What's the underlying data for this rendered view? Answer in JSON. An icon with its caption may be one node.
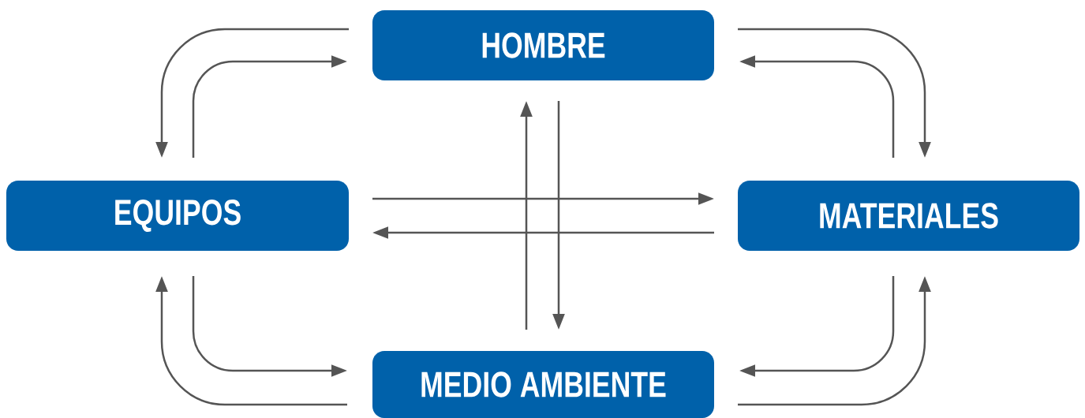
{
  "diagram": {
    "nodes": [
      {
        "text": [
          "HOMBRE"
        ]
      },
      {
        "text": [
          "EQUIPOS"
        ]
      },
      {
        "text": [
          "MATERIALES"
        ]
      },
      {
        "text": [
          "MEDIO AMBIENTE"
        ]
      }
    ],
    "edges": [
      {
        "from": 0,
        "to": 1,
        "arrow": "to"
      },
      {
        "from": 1,
        "to": 0,
        "arrow": "to"
      },
      {
        "from": 0,
        "to": 2,
        "arrow": "to"
      },
      {
        "from": 2,
        "to": 0,
        "arrow": "to"
      },
      {
        "from": 1,
        "to": 2,
        "arrow": "to"
      },
      {
        "from": 2,
        "to": 1,
        "arrow": "to"
      },
      {
        "from": 3,
        "to": 0,
        "arrow": "to"
      },
      {
        "from": 0,
        "to": 3,
        "arrow": "to"
      },
      {
        "from": 3,
        "to": 1,
        "arrow": "to"
      },
      {
        "from": 1,
        "to": 3,
        "arrow": "to"
      },
      {
        "from": 3,
        "to": 2,
        "arrow": "to"
      },
      {
        "from": 2,
        "to": 3,
        "arrow": "to"
      }
    ]
  }
}
